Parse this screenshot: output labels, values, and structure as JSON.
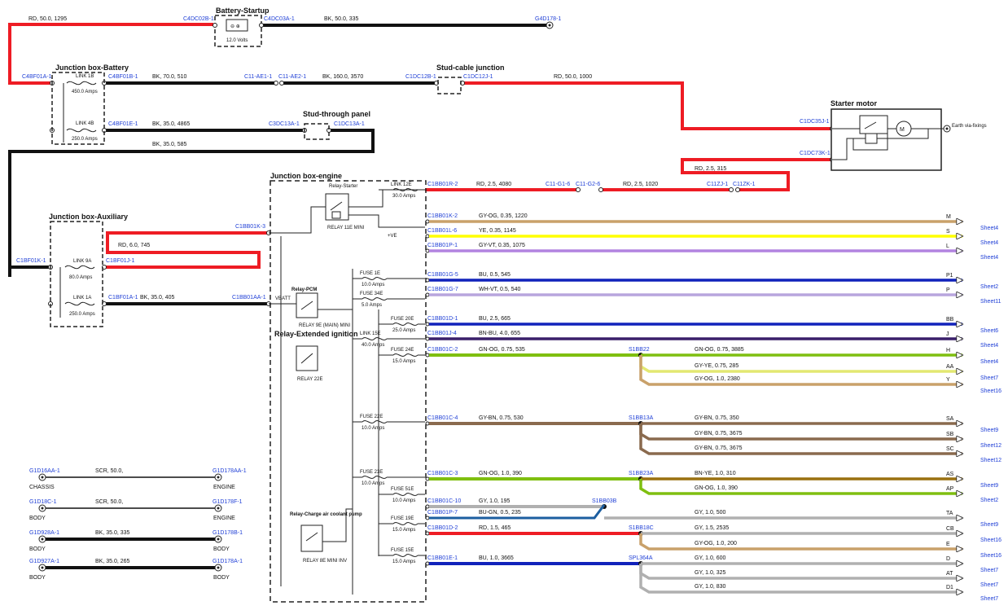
{
  "colors": {
    "RD": "#ee1c24",
    "BK": "#111111",
    "GY-OG": "#c9a16a",
    "YE": "#ffff00",
    "GY-VT": "#b283e0",
    "BU": "#1122bb",
    "WH-VT": "#b8a5dd",
    "BN-BU": "#3a1f6a",
    "GN-OG": "#7fbf10",
    "GY-YE": "#e3e872",
    "GY-BN": "#8a6a4e",
    "GY": "#b0b0b0",
    "BU-GN": "#1c5ea0",
    "BN-YE": "#9a7010",
    "connector": "#1f3fd6"
  },
  "components": {
    "battery": {
      "title": "Battery-Startup",
      "label": "12.0 Volts"
    },
    "jb_battery": {
      "title": "Junction box-Battery",
      "link1": "LINK 1B",
      "amp1": "450.0 Amps",
      "link2": "LINK 4B",
      "amp2": "250.0 Amps"
    },
    "stud_cable": {
      "title": "Stud-cable junction"
    },
    "stud_panel": {
      "title": "Stud-through panel"
    },
    "starter": {
      "title": "Starter motor",
      "earth": "Earth via-fixings"
    },
    "jb_aux": {
      "title": "Junction box-Auxiliary",
      "link1": "LINK 9A",
      "amp1": "80.0 Amps",
      "link2": "LINK 1A",
      "amp2": "250.0 Amps"
    },
    "jb_engine": {
      "title": "Junction box-engine"
    },
    "relay_starter": {
      "title": "Relay-Starter",
      "sub": "RELAY 11E MINI"
    },
    "relay_pcm": {
      "title": "Relay-PCM",
      "sub": "RELAY 9E (MAIN) MINI",
      "vbatt": "VBATT"
    },
    "relay_ext": {
      "title": "Relay-Extended ignition",
      "sub": "RELAY 22E"
    },
    "relay_pump": {
      "title": "Relay-Charge air coolant pump",
      "sub": "RELAY 8E MINI INV"
    },
    "ve_label": "+VE"
  },
  "fuses": [
    {
      "name": "LINK 12E",
      "amps": "30.0 Amps"
    },
    {
      "name": "FUSE 1E",
      "amps": "10.0 Amps"
    },
    {
      "name": "FUSE 34E",
      "amps": "5.0 Amps"
    },
    {
      "name": "FUSE 20E",
      "amps": "25.0 Amps"
    },
    {
      "name": "LINK 15E",
      "amps": "40.0 Amps"
    },
    {
      "name": "FUSE 24E",
      "amps": "15.0 Amps"
    },
    {
      "name": "FUSE 22E",
      "amps": "10.0 Amps"
    },
    {
      "name": "FUSE 23E",
      "amps": "10.0 Amps"
    },
    {
      "name": "FUSE 51E",
      "amps": "10.0 Amps"
    },
    {
      "name": "FUSE 19E",
      "amps": "15.0 Amps"
    },
    {
      "name": "FUSE 15E",
      "amps": "15.0 Amps"
    }
  ],
  "connectors": [
    "C4DC02B-1",
    "C4DC03A-1",
    "G4D178-1",
    "C4BF01A-1",
    "C4BF01B-1",
    "C11-AE1-1",
    "C11-AE2-1",
    "C1DC12B-1",
    "C1DC12J-1",
    "C4BF01E-1",
    "C3DC13A-1",
    "C1DC13A-1",
    "C1DC35J-1",
    "C1DC73K-1",
    "C1BB01R-2",
    "C11-G1-6",
    "C11-G2-6",
    "C11ZJ-1",
    "C11ZK-1",
    "C1BB01K-3",
    "C1BF01K-1",
    "C1BF01J-1",
    "C1BF01A-1",
    "C1BB01AA-1"
  ],
  "wires": [
    {
      "label": "RD, 50.0, 1295"
    },
    {
      "label": "BK, 50.0, 335"
    },
    {
      "label": "BK, 70.0, 510"
    },
    {
      "label": "BK, 160.0, 3570"
    },
    {
      "label": "RD, 50.0, 1000"
    },
    {
      "label": "BK, 35.0, 4865"
    },
    {
      "label": "BK, 35.0, 585"
    },
    {
      "label": "RD, 2.5, 315"
    },
    {
      "label": "RD, 2.5, 4080"
    },
    {
      "label": "RD, 2.5, 1020"
    },
    {
      "label": "RD, 6.0, 745"
    },
    {
      "label": "BK, 35.0, 405"
    }
  ],
  "circuits": [
    {
      "connector": "C1BB01K-2",
      "wire": "GY-OG, 0.35, 1220",
      "pin": "M",
      "sheet": "Sheet4"
    },
    {
      "connector": "C1BB01L-6",
      "wire": "YE, 0.35, 1145",
      "pin": "S",
      "sheet": "Sheet4"
    },
    {
      "connector": "C1BB01P-1",
      "wire": "GY-VT, 0.35, 1075",
      "pin": "L",
      "sheet": "Sheet4"
    },
    {
      "connector": "C1BB01G-5",
      "wire": "BU, 0.5, 545",
      "pin": "P1",
      "sheet": "Sheet2"
    },
    {
      "connector": "C1BB01G-7",
      "wire": "WH-VT, 0.5, 540",
      "pin": "P",
      "sheet": "Sheet11"
    },
    {
      "connector": "C1BB01D-1",
      "wire": "BU, 2.5, 665",
      "pin": "BB",
      "sheet": "Sheet6"
    },
    {
      "connector": "C1BB01J-4",
      "wire": "BN-BU, 4.0, 655",
      "pin": "J",
      "sheet": "Sheet4"
    },
    {
      "connector": "C1BB01C-2",
      "wire": "GN-OG, 0.75, 535",
      "splice": "S1BB22",
      "wire2": "GN-OG, 0.75, 3885",
      "pin": "H",
      "sheet": "Sheet4"
    },
    {
      "wire": "GY-YE, 0.75, 285",
      "pin": "AA",
      "sheet": "Sheet7"
    },
    {
      "wire": "GY-OG, 1.0, 2380",
      "pin": "Y",
      "sheet": "Sheet16"
    },
    {
      "connector": "C1BB01C-4",
      "wire": "GY-BN, 0.75, 530",
      "splice": "S1BB13A",
      "wire2": "GY-BN, 0.75, 350",
      "pin": "SA",
      "sheet": "Sheet9"
    },
    {
      "wire": "GY-BN, 0.75, 3675",
      "pin": "SB",
      "sheet": "Sheet12"
    },
    {
      "wire": "GY-BN, 0.75, 3675",
      "pin": "SC",
      "sheet": "Sheet12"
    },
    {
      "connector": "C1BB01C-3",
      "wire": "GN-OG, 1.0, 390",
      "splice": "S1BB23A",
      "wire2": "BN-YE, 1.0, 310",
      "pin": "AS",
      "sheet": "Sheet9"
    },
    {
      "wire": "GN-OG, 1.0, 390",
      "pin": "AP",
      "sheet": "Sheet2"
    },
    {
      "connector": "C1BB01C-10",
      "wire": "GY, 1.0, 195",
      "splice": "S1BB03B",
      "pin": "",
      "sheet": ""
    },
    {
      "connector": "C1BB01P-7",
      "wire": "BU-GN, 0.5, 235",
      "wire2": "GY, 1.0, 500",
      "pin": "TA",
      "sheet": "Sheet9"
    },
    {
      "connector": "C1BB01D-2",
      "wire": "RD, 1.5, 465",
      "splice": "S1BB18C",
      "wire2": "GY, 1.5, 2535",
      "pin": "CB",
      "sheet": "Sheet16"
    },
    {
      "wire": "GY-OG, 1.0, 200",
      "pin": "E",
      "sheet": "Sheet16"
    },
    {
      "connector": "C1BB01E-1",
      "wire": "BU, 1.0, 3665",
      "splice": "SPL364A",
      "wire2": "GY, 1.0, 600",
      "pin": "D",
      "sheet": "Sheet7"
    },
    {
      "wire": "GY, 1.0, 325",
      "pin": "AT",
      "sheet": "Sheet7"
    },
    {
      "wire": "GY, 1.0, 830",
      "pin": "D1",
      "sheet": "Sheet7"
    }
  ],
  "grounds": [
    {
      "left": "G1D16AA-1",
      "wire": "SCR, 50.0,",
      "right": "G1D178AA-1",
      "lname": "CHASSIS",
      "rname": "ENGINE"
    },
    {
      "left": "G1D18C-1",
      "wire": "SCR, 50.0,",
      "right": "G1D178F-1",
      "lname": "BODY",
      "rname": "ENGINE"
    },
    {
      "left": "G1D928A-1",
      "wire": "BK, 35.0, 335",
      "right": "G1D178B-1",
      "lname": "BODY",
      "rname": "BODY"
    },
    {
      "left": "G1D927A-1",
      "wire": "BK, 35.0, 265",
      "right": "G1D178A-1",
      "lname": "BODY",
      "rname": "BODY"
    }
  ]
}
